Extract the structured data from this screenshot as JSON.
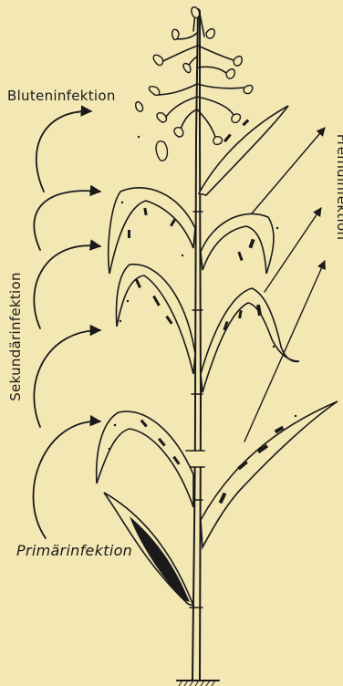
{
  "labels": {
    "bluete": "Bluteninfektion",
    "sekundaer": "Sekundärinfektion",
    "fremd": "Fremdinfektion",
    "primaer": "Primärinfektion"
  },
  "colors": {
    "background": "#f3e7b4",
    "ink": "#1a1a1a"
  }
}
